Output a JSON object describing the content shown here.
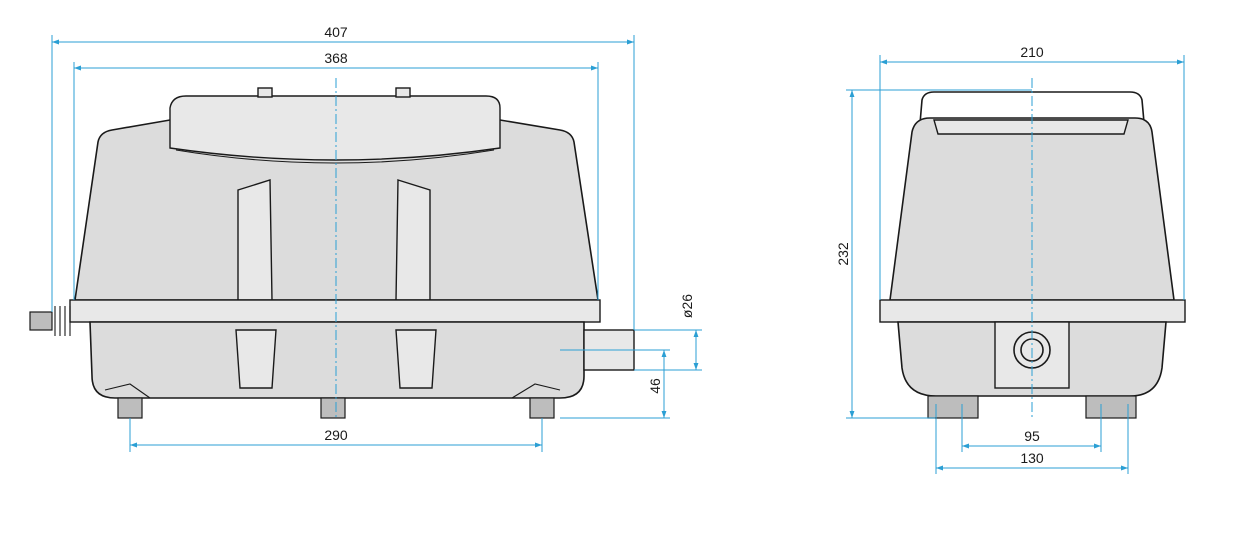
{
  "dimensions": {
    "front_overall_width": "407",
    "front_body_width": "368",
    "foot_spacing": "290",
    "outlet_diameter": "ø26",
    "outlet_height": "46",
    "side_width": "210",
    "side_height": "232",
    "side_foot_inner": "95",
    "side_foot_outer": "130"
  },
  "colors": {
    "dimension_lines": "#2b9fd4",
    "outline": "#1a1a1a",
    "body_fill": "#dcdcdc"
  }
}
